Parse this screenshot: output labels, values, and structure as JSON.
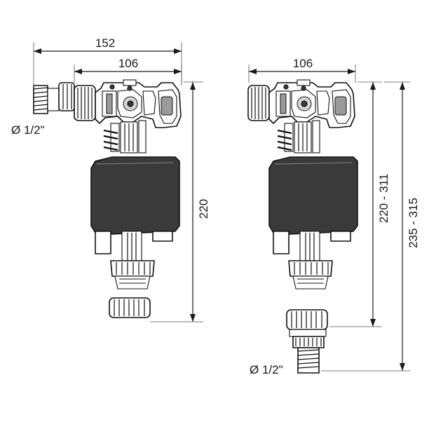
{
  "diagram": {
    "left_view": {
      "overall_width": "152",
      "body_width": "106",
      "height": "220",
      "inlet_diameter": "Ø 1/2\""
    },
    "right_view": {
      "body_width": "106",
      "height_range": "220 - 311",
      "total_height_range": "235 - 315",
      "inlet_diameter": "Ø 1/2\""
    }
  }
}
